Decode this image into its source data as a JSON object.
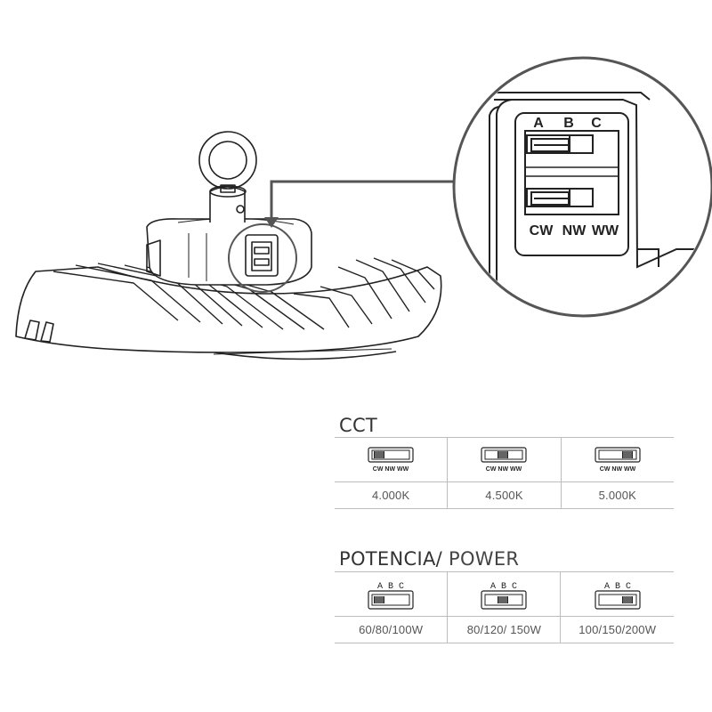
{
  "zoom_labels": {
    "top": [
      "A",
      "B",
      "C"
    ],
    "bottom": [
      "CW",
      "NW",
      "WW"
    ]
  },
  "cct": {
    "title": "CCT",
    "switch_caption": "CW NW WW",
    "options": [
      {
        "value": "4.000K",
        "position": "left"
      },
      {
        "value": "4.500K",
        "position": "center"
      },
      {
        "value": "5.000K",
        "position": "right"
      }
    ]
  },
  "power": {
    "title_main": "POTENCIA/",
    "title_sub": " POWER",
    "switch_caption": "A B C",
    "options": [
      {
        "value": "60/80/100W",
        "position": "left"
      },
      {
        "value": "80/120/ 150W",
        "position": "center"
      },
      {
        "value": "100/150/200W",
        "position": "right"
      }
    ]
  },
  "colors": {
    "line": "#222222",
    "callout": "#555555",
    "grid": "#bdbdbd"
  }
}
